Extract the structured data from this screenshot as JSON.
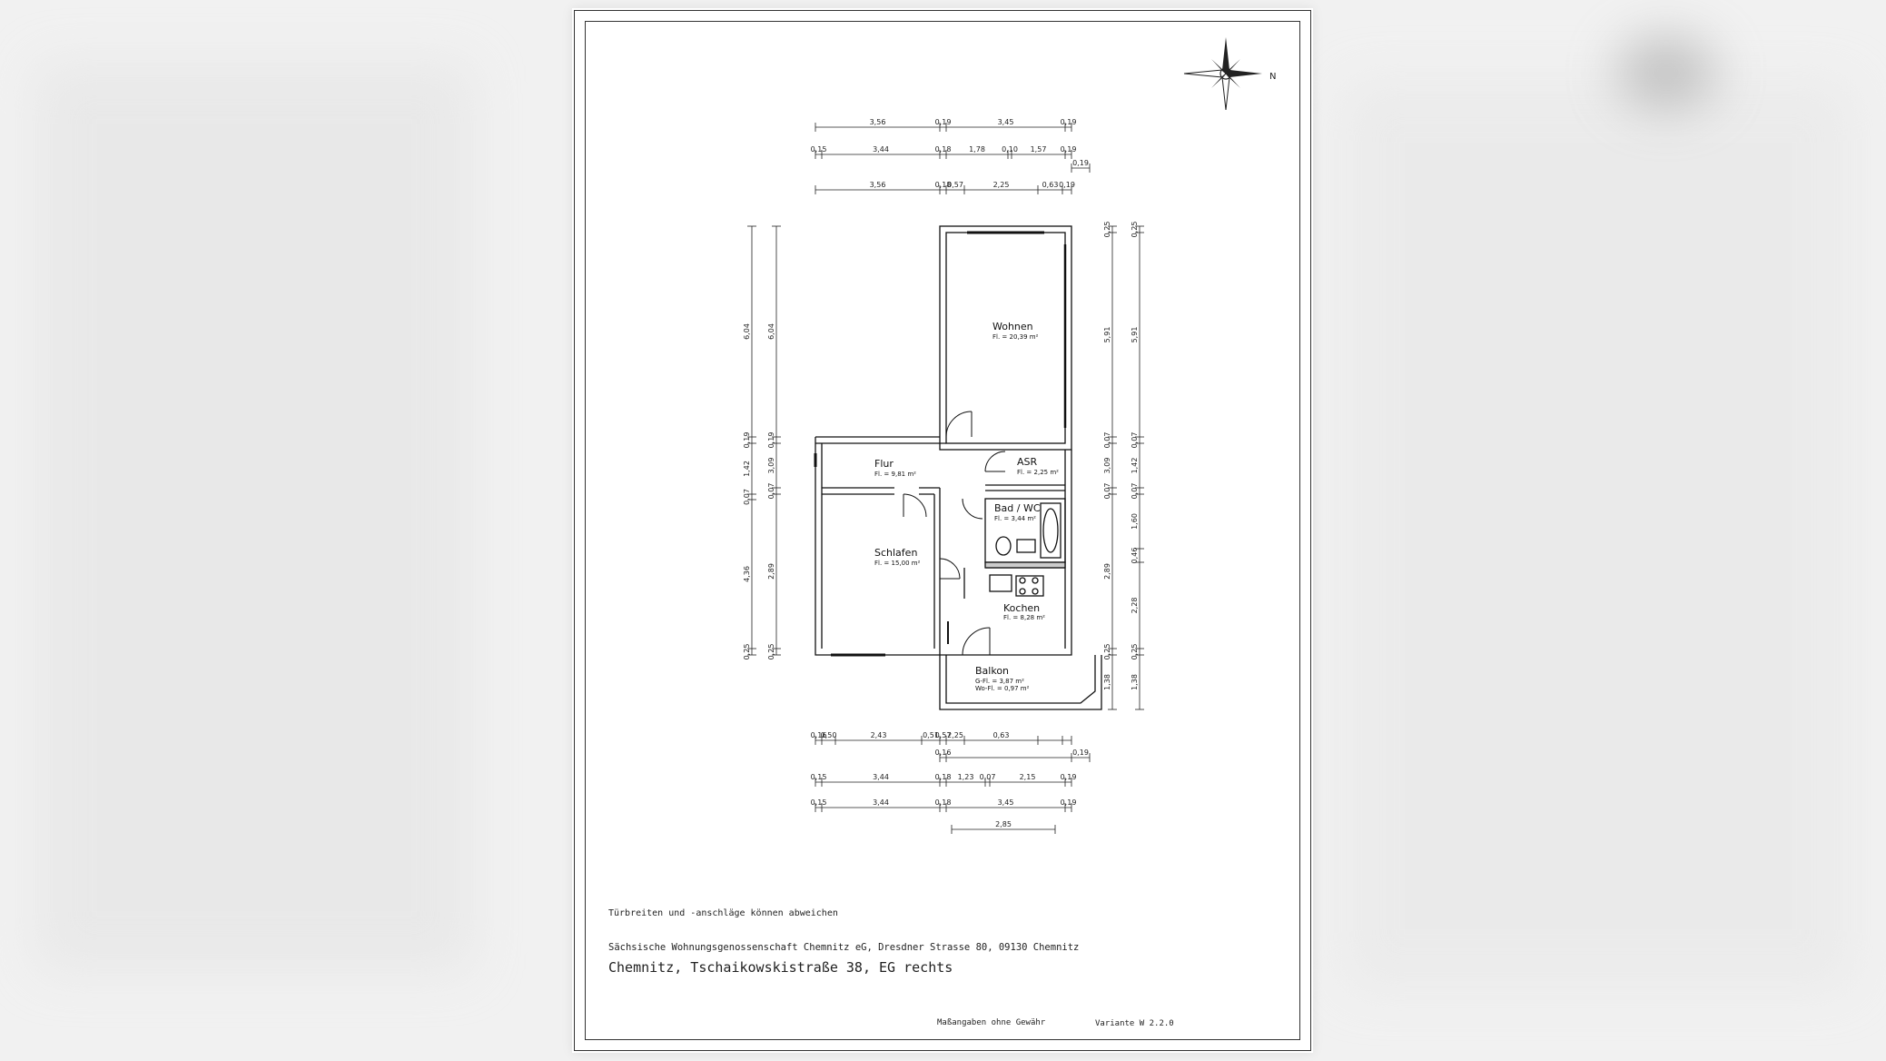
{
  "rooms": {
    "wohnen": {
      "name": "Wohnen",
      "area": "Fl. = 20,39 m²"
    },
    "flur": {
      "name": "Flur",
      "area": "Fl. = 9,81 m²"
    },
    "asr": {
      "name": "ASR",
      "area": "Fl. = 2,25 m²"
    },
    "bad": {
      "name": "Bad / WC",
      "area": "Fl. = 3,44 m²"
    },
    "schlafen": {
      "name": "Schlafen",
      "area": "Fl. = 15,00 m²"
    },
    "kochen": {
      "name": "Kochen",
      "area": "Fl. = 8,28 m²"
    },
    "balkon": {
      "name": "Balkon",
      "area_gfl": "G-Fl. = 3,87 m²",
      "area_wfl": "Wo-Fl. = 0,97 m²"
    }
  },
  "compass": {
    "north_label": "N"
  },
  "dims": {
    "top1": [
      "3,56",
      "0,19",
      "3,45",
      "0,19"
    ],
    "top2": [
      "0,15",
      "3,44",
      "0,18",
      "1,78",
      "0,10",
      "1,57",
      "0,19"
    ],
    "top3": [
      "3,56",
      "0,18",
      "0,57",
      "2,25",
      "0,63",
      "0,19"
    ],
    "left_outer": [
      "6,04",
      "0,19",
      "1,42",
      "0,07",
      "4,36",
      "0,25"
    ],
    "left_inner": [
      "6,04",
      "0,19",
      "3,09",
      "0,07",
      "2,89",
      "0,25"
    ],
    "right_inner": [
      "0,25",
      "5,91",
      "0,07",
      "3,09",
      "0,07",
      "2,89",
      "0,25",
      "1,38"
    ],
    "right_outer": [
      "0,25",
      "5,91",
      "0,07",
      "1,42",
      "0,07",
      "1,60",
      "0,46",
      "2,28",
      "0,25",
      "1,38"
    ],
    "bottom1": [
      "0,16",
      "0,50",
      "2,43",
      "0,51",
      "0,57",
      "2,25",
      "0,63"
    ],
    "bottom1b": [
      "0,16",
      "0,19"
    ],
    "bottom2": [
      "0,15",
      "3,44",
      "0,18",
      "1,23",
      "0,07",
      "2,15",
      "0,19"
    ],
    "bottom3": [
      "0,15",
      "3,44",
      "0,18",
      "3,45",
      "0,19"
    ],
    "bottom4": [
      "2,85"
    ]
  },
  "notes": {
    "door_note": "Türbreiten und -anschläge können abweichen",
    "company": "Sächsische Wohnungsgenossenschaft Chemnitz eG, Dresdner Strasse 80, 09130 Chemnitz",
    "address": "Chemnitz, Tschaikowskistraße 38, EG rechts",
    "disclaimer": "Maßangaben ohne Gewähr",
    "variant": "Variante W 2.2.0"
  }
}
